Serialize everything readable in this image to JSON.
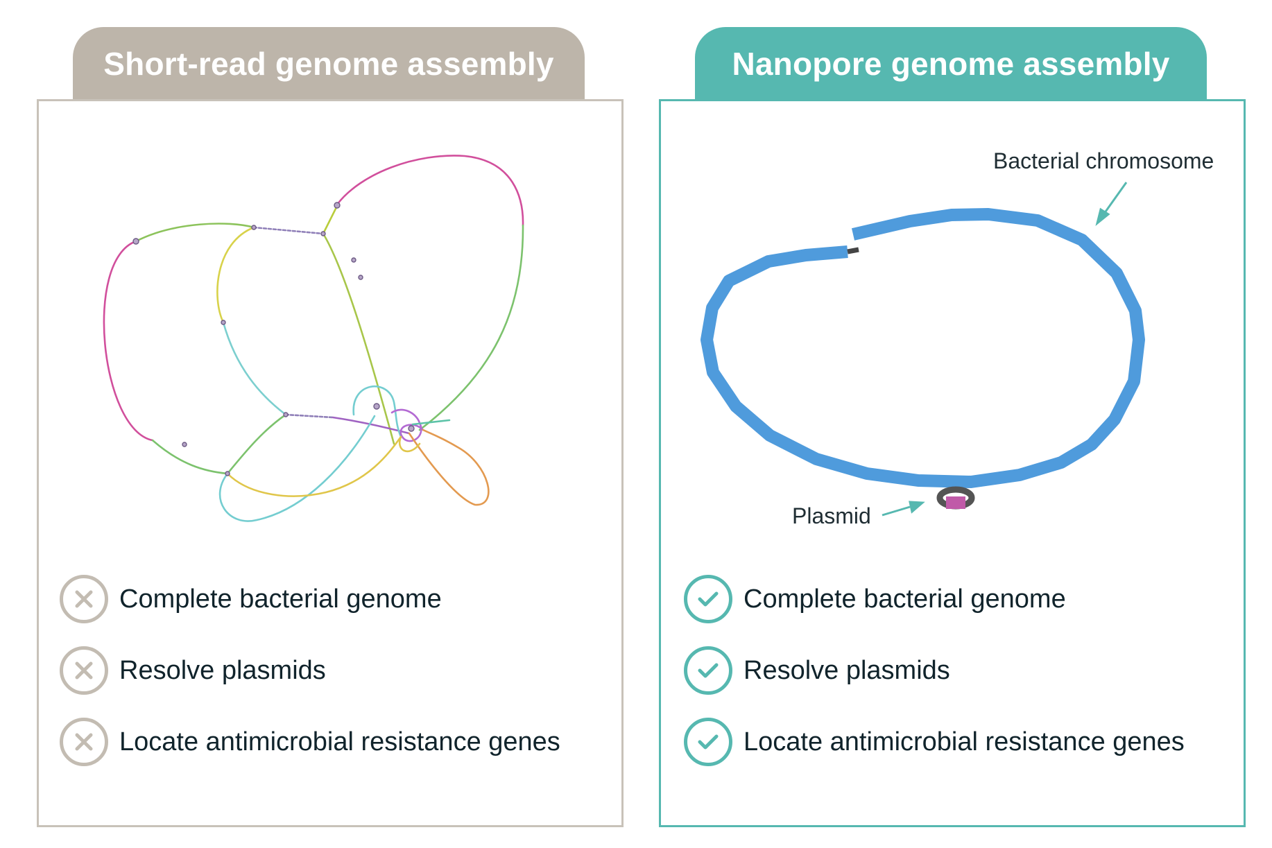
{
  "left_panel": {
    "title": "Short-read genome assembly",
    "color": "#bdb5aa",
    "features": [
      {
        "label": "Complete bacterial genome",
        "status": "fail",
        "icon": "cross-icon"
      },
      {
        "label": "Resolve plasmids",
        "status": "fail",
        "icon": "cross-icon"
      },
      {
        "label": "Locate antimicrobial resistance genes",
        "status": "fail",
        "icon": "cross-icon"
      }
    ]
  },
  "right_panel": {
    "title": "Nanopore genome assembly",
    "color": "#56b8b0",
    "annotations": {
      "chromosome": "Bacterial chromosome",
      "plasmid": "Plasmid"
    },
    "features": [
      {
        "label": "Complete bacterial genome",
        "status": "pass",
        "icon": "check-icon"
      },
      {
        "label": "Resolve plasmids",
        "status": "pass",
        "icon": "check-icon"
      },
      {
        "label": "Locate antimicrobial resistance genes",
        "status": "pass",
        "icon": "check-icon"
      }
    ]
  },
  "colors": {
    "chromosome": "#4f9bdc",
    "plasmid_ring": "#545454",
    "plasmid_gene": "#c05aa8",
    "arrow": "#56b8b0",
    "fail": "#c3bcb2",
    "pass": "#56b8b0"
  }
}
